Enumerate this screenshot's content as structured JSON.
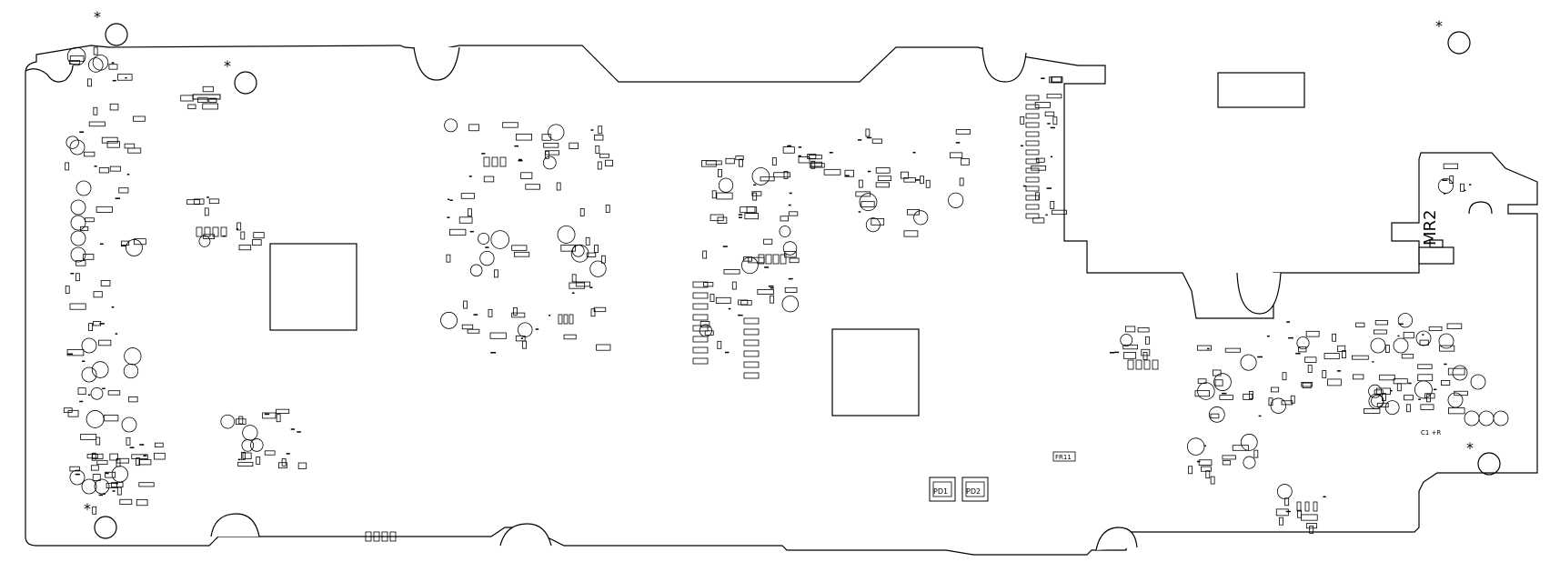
{
  "diagram": {
    "type": "pcb-silkscreen-layout",
    "colors": {
      "background": "#ffffff",
      "ink": "#000000"
    },
    "fiducial_mark": "*",
    "large_labels": {
      "mr2": "MR2"
    },
    "part_labels": {
      "pd1": "PD1",
      "pd2": "PD2",
      "fr11": "FR11",
      "c1_area": "C1 +R"
    }
  }
}
